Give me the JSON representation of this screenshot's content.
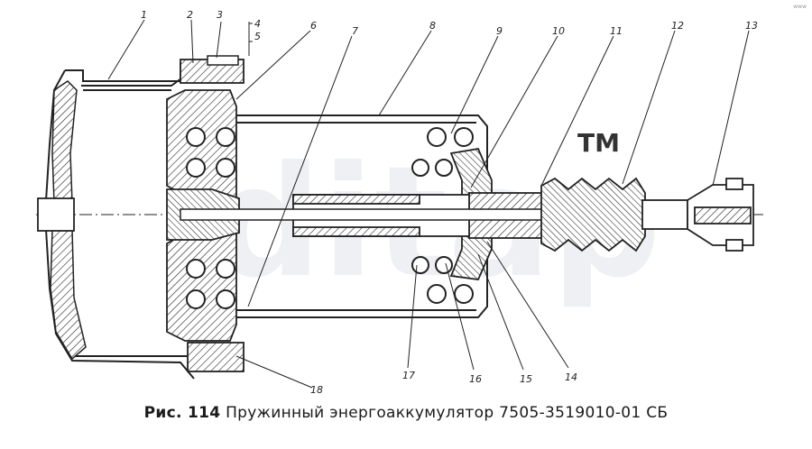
{
  "figure": {
    "caption_label": "Рис. 114",
    "caption_text": "Пружинный энергоаккумулятор 7505-3519010-01 СБ"
  },
  "callouts": [
    "1",
    "2",
    "3",
    "4",
    "5",
    "6",
    "7",
    "8",
    "9",
    "10",
    "11",
    "12",
    "13",
    "14",
    "15",
    "16",
    "17",
    "18"
  ],
  "watermark": {
    "tm": "TM",
    "corner_mark": "www"
  }
}
